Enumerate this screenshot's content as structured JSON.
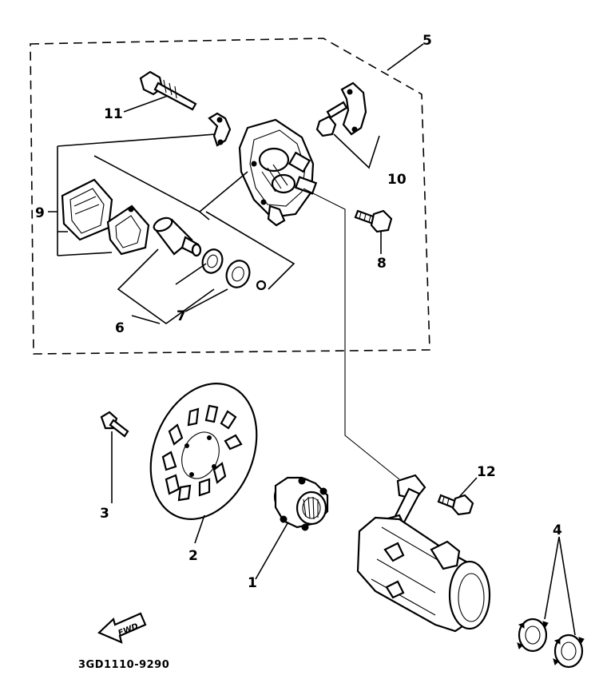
{
  "callouts": {
    "c1": "1",
    "c2": "2",
    "c3": "3",
    "c4": "4",
    "c5": "5",
    "c6": "6",
    "c7": "7",
    "c8": "8",
    "c9": "9",
    "c10": "10",
    "c11": "11",
    "c12": "12"
  },
  "fwd_label": "FWD",
  "drawing_code": "3GD1110-9290"
}
